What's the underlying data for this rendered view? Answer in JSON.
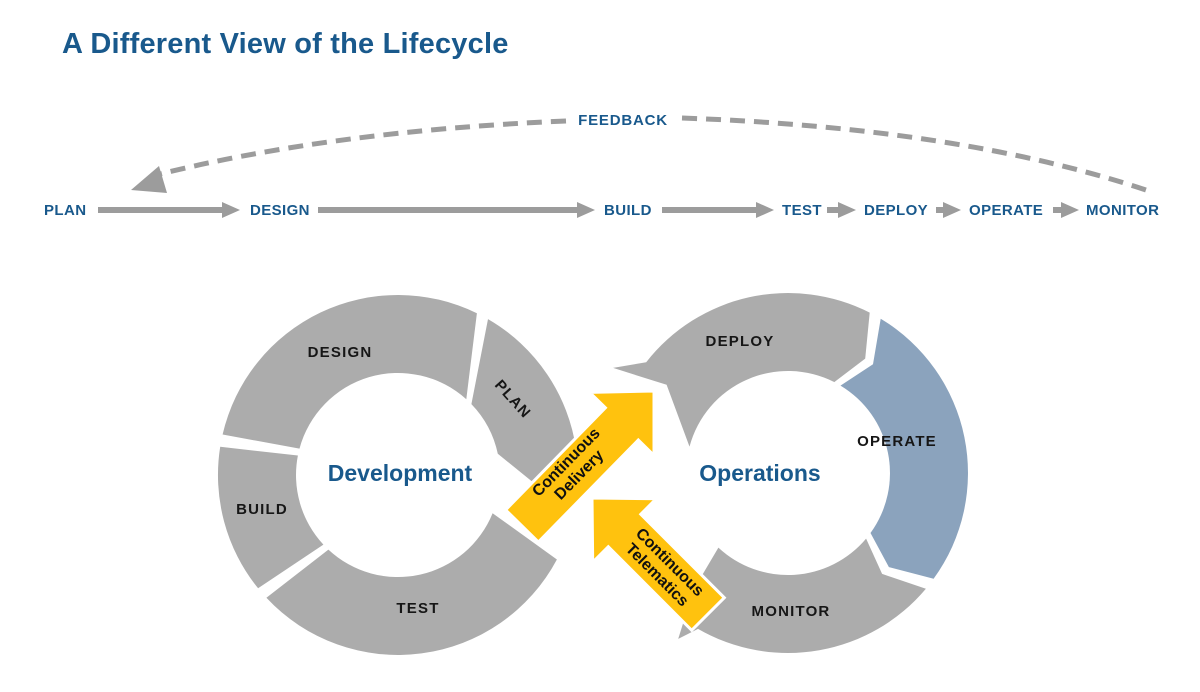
{
  "title": "A Different View of the Lifecycle",
  "colors": {
    "heading_blue": "#19598C",
    "arrow_gray": "#9C9C9C",
    "segment_gray": "#ACACAC",
    "operate_steel_blue": "#8BA3BD",
    "connector_yellow": "#FFC20E",
    "segment_label_black": "#161616"
  },
  "timeline": {
    "steps": [
      "PLAN",
      "DESIGN",
      "BUILD",
      "TEST",
      "DEPLOY",
      "OPERATE",
      "MONITOR"
    ],
    "feedback_label": "FEEDBACK"
  },
  "loops": {
    "development": {
      "center_label": "Development",
      "segments": [
        "DESIGN",
        "PLAN",
        "BUILD",
        "TEST"
      ]
    },
    "operations": {
      "center_label": "Operations",
      "segments": [
        "DEPLOY",
        "OPERATE",
        "MONITOR"
      ]
    }
  },
  "connectors": {
    "delivery": {
      "line1": "Continuous",
      "line2": "Delivery"
    },
    "telematics": {
      "line1": "Continuous",
      "line2": "Telematics"
    }
  }
}
